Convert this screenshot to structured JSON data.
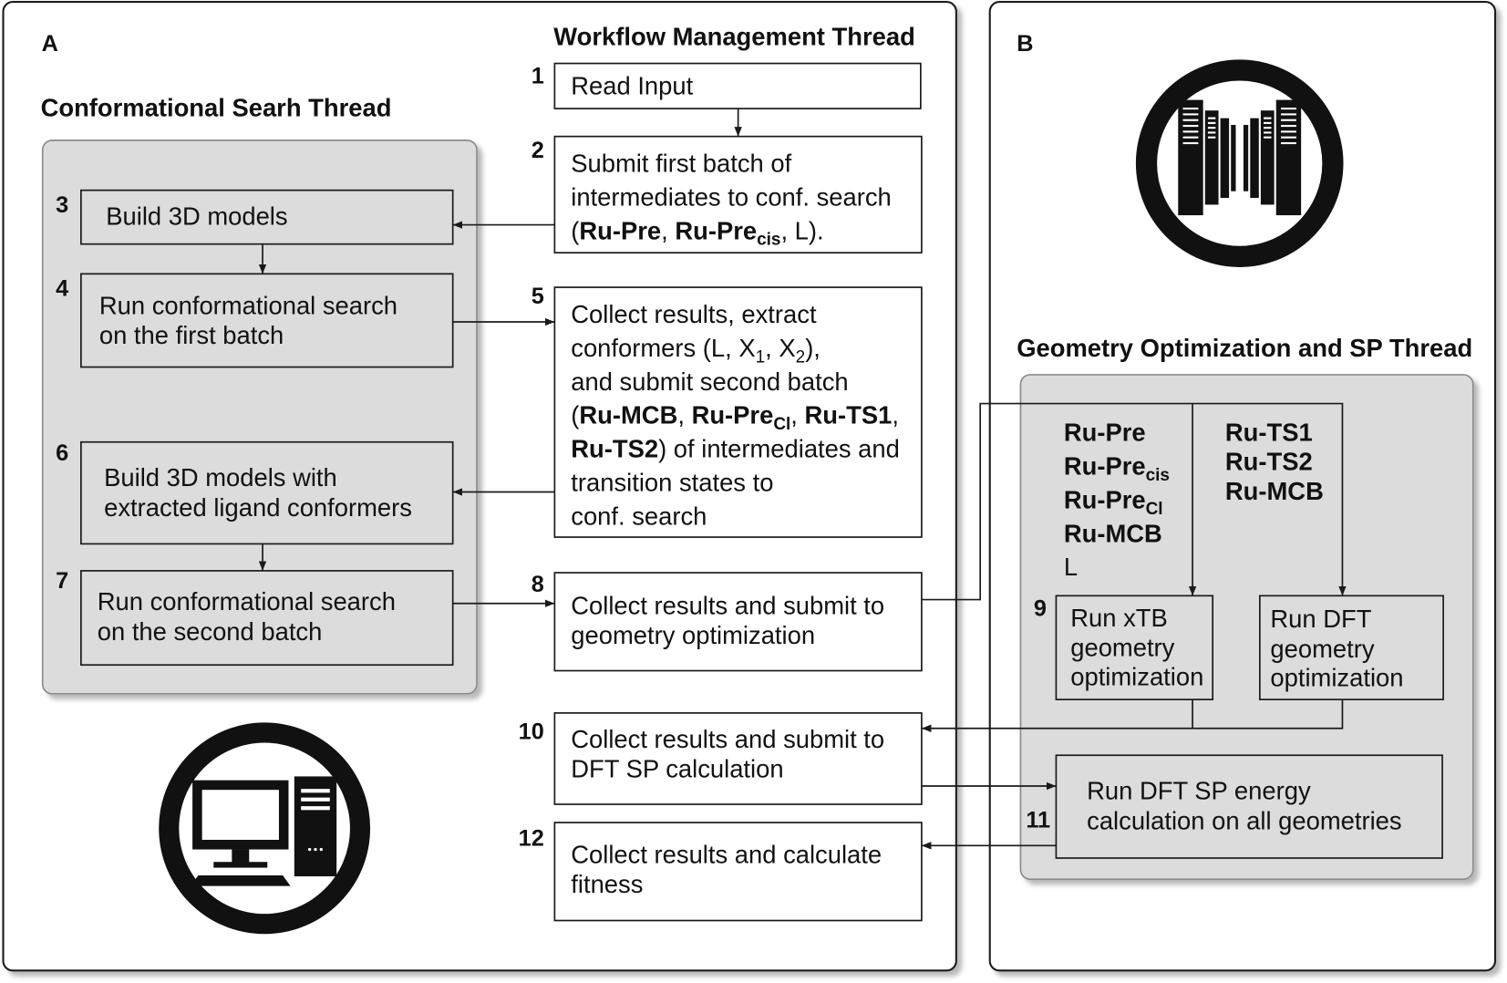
{
  "colors": {
    "thread_fill": "#dcdcdc",
    "thread_border": "#8c8c8c",
    "box_border": "#1a1a1a",
    "icon_ink": "#111111"
  },
  "icons": {
    "workstation": "desktop-computer-icon",
    "cluster": "server-cluster-icon"
  },
  "panel_a": {
    "label": "A"
  },
  "panel_b": {
    "label": "B"
  },
  "workflow": {
    "title": "Workflow Management Thread",
    "step1": {
      "number": "1",
      "lines": [
        "Read Input"
      ]
    },
    "step2": {
      "number": "2",
      "lines": [
        "Submit first batch of",
        "intermediates to conf. search",
        [
          "(",
          "Ru-Pre",
          ", ",
          "Ru-Pre",
          "cis",
          ", L)."
        ]
      ]
    },
    "step5": {
      "number": "5",
      "lines": [
        "Collect results, extract",
        [
          "conformers (L, X",
          "1",
          ", X",
          "2",
          "),"
        ],
        "and submit second batch",
        [
          "(",
          "Ru-MCB",
          ", ",
          "Ru-Pre",
          "Cl",
          ", ",
          "Ru-TS1",
          ","
        ],
        [
          "Ru-TS2",
          ") of intermediates and"
        ],
        "transition states to",
        "conf. search"
      ]
    },
    "step8": {
      "number": "8",
      "lines": [
        "Collect results and submit to",
        "geometry optimization"
      ]
    },
    "step10": {
      "number": "10",
      "lines": [
        "Collect results and submit to",
        "DFT SP calculation"
      ]
    },
    "step12": {
      "number": "12",
      "lines": [
        "Collect results and calculate",
        "fitness"
      ]
    }
  },
  "conformational_search": {
    "title": "Conformational Searh Thread",
    "step3": {
      "number": "3",
      "lines": [
        "Build 3D models"
      ]
    },
    "step4": {
      "number": "4",
      "lines": [
        "Run conformational search",
        "on the first batch"
      ]
    },
    "step6": {
      "number": "6",
      "lines": [
        "Build 3D models with",
        "extracted ligand conformers"
      ]
    },
    "step7": {
      "number": "7",
      "lines": [
        "Run conformational search",
        "on the second batch"
      ]
    }
  },
  "geometry_sp": {
    "title": "Geometry Optimization and SP Thread",
    "xtb_list": [
      [
        "Ru-Pre"
      ],
      [
        "Ru-Pre",
        "cis"
      ],
      [
        "Ru-Pre",
        "Cl"
      ],
      [
        "Ru-MCB"
      ],
      [
        "L"
      ]
    ],
    "dft_list": [
      "Ru-TS1",
      "Ru-TS2",
      "Ru-MCB"
    ],
    "step9": {
      "number": "9",
      "lines": [
        "Run xTB",
        "geometry",
        "optimization"
      ]
    },
    "dft_opt": {
      "lines": [
        "Run DFT",
        "geometry",
        "optimization"
      ]
    },
    "step11": {
      "number": "11",
      "lines": [
        "Run DFT SP energy",
        "calculation on all geometries"
      ]
    }
  }
}
